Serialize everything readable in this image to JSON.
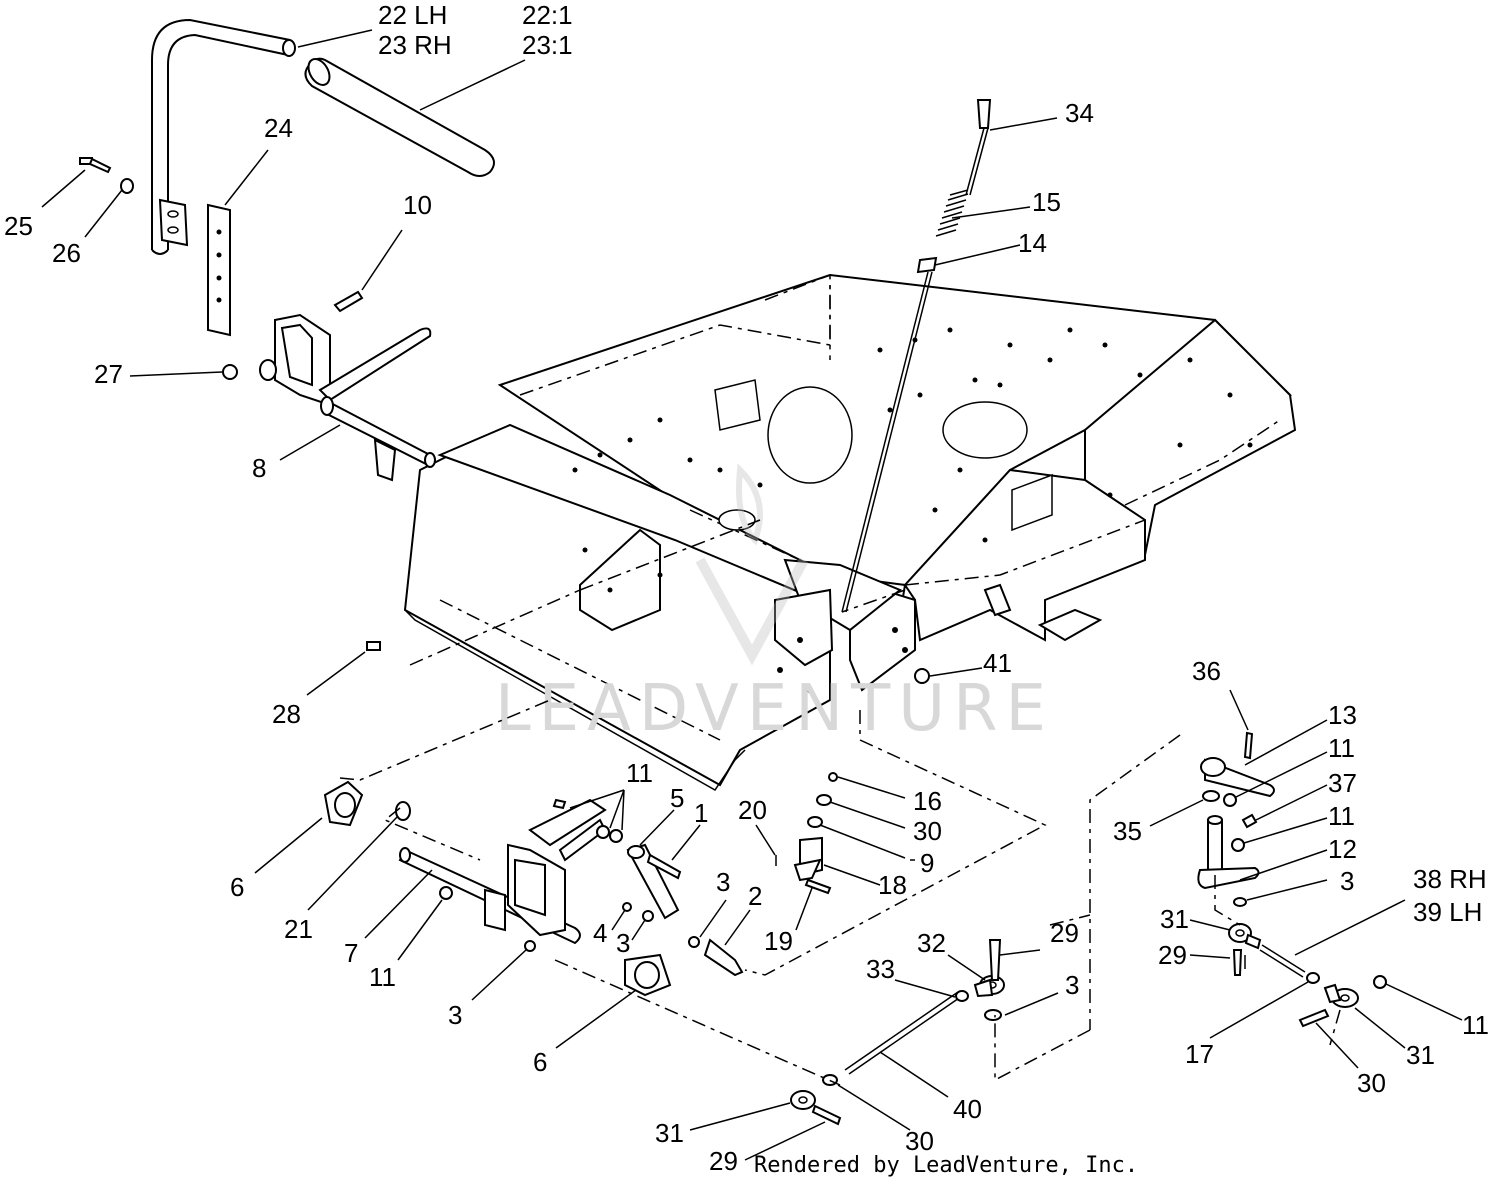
{
  "callouts": [
    {
      "id": "c1",
      "lines": [
        "22 LH",
        "23 RH"
      ]
    },
    {
      "id": "c2",
      "lines": [
        "22:1",
        "23:1"
      ]
    },
    {
      "id": "c3",
      "lines": [
        "34"
      ]
    },
    {
      "id": "c4",
      "lines": [
        "24"
      ]
    },
    {
      "id": "c5",
      "lines": [
        "25"
      ]
    },
    {
      "id": "c6",
      "lines": [
        "26"
      ]
    },
    {
      "id": "c7",
      "lines": [
        "10"
      ]
    },
    {
      "id": "c8",
      "lines": [
        "15"
      ]
    },
    {
      "id": "c9",
      "lines": [
        "14"
      ]
    },
    {
      "id": "c10",
      "lines": [
        "27"
      ]
    },
    {
      "id": "c11",
      "lines": [
        "8"
      ]
    },
    {
      "id": "c12",
      "lines": [
        "41"
      ]
    },
    {
      "id": "c13",
      "lines": [
        "28"
      ]
    },
    {
      "id": "c14",
      "lines": [
        "36"
      ]
    },
    {
      "id": "c15",
      "lines": [
        "13"
      ]
    },
    {
      "id": "c16",
      "lines": [
        "11"
      ]
    },
    {
      "id": "c17",
      "lines": [
        "37"
      ]
    },
    {
      "id": "c18",
      "lines": [
        "35"
      ]
    },
    {
      "id": "c19",
      "lines": [
        "11"
      ]
    },
    {
      "id": "c20",
      "lines": [
        "12"
      ]
    },
    {
      "id": "c21",
      "lines": [
        "3"
      ]
    },
    {
      "id": "c22",
      "lines": [
        "38 RH",
        "39 LH"
      ]
    },
    {
      "id": "c23",
      "lines": [
        "11"
      ]
    },
    {
      "id": "c24",
      "lines": [
        "5"
      ]
    },
    {
      "id": "c25",
      "lines": [
        "1"
      ]
    },
    {
      "id": "c26",
      "lines": [
        "20"
      ]
    },
    {
      "id": "c27",
      "lines": [
        "16"
      ]
    },
    {
      "id": "c28",
      "lines": [
        "30"
      ]
    },
    {
      "id": "c29",
      "lines": [
        "9"
      ]
    },
    {
      "id": "c30",
      "lines": [
        "18"
      ]
    },
    {
      "id": "c31",
      "lines": [
        "6"
      ]
    },
    {
      "id": "c32",
      "lines": [
        "21"
      ]
    },
    {
      "id": "c33",
      "lines": [
        "7"
      ]
    },
    {
      "id": "c34",
      "lines": [
        "11"
      ]
    },
    {
      "id": "c35",
      "lines": [
        "3"
      ]
    },
    {
      "id": "c36",
      "lines": [
        "4"
      ]
    },
    {
      "id": "c37",
      "lines": [
        "3"
      ]
    },
    {
      "id": "c38",
      "lines": [
        "3"
      ]
    },
    {
      "id": "c39",
      "lines": [
        "2"
      ]
    },
    {
      "id": "c40",
      "lines": [
        "19"
      ]
    },
    {
      "id": "c41",
      "lines": [
        "6"
      ]
    },
    {
      "id": "c42",
      "lines": [
        "32"
      ]
    },
    {
      "id": "c43",
      "lines": [
        "29"
      ]
    },
    {
      "id": "c44",
      "lines": [
        "33"
      ]
    },
    {
      "id": "c45",
      "lines": [
        "3"
      ]
    },
    {
      "id": "c46",
      "lines": [
        "31"
      ]
    },
    {
      "id": "c47",
      "lines": [
        "29"
      ]
    },
    {
      "id": "c48",
      "lines": [
        "17"
      ]
    },
    {
      "id": "c49",
      "lines": [
        "11"
      ]
    },
    {
      "id": "c50",
      "lines": [
        "31"
      ]
    },
    {
      "id": "c51",
      "lines": [
        "30"
      ]
    },
    {
      "id": "c52",
      "lines": [
        "40"
      ]
    },
    {
      "id": "c53",
      "lines": [
        "31"
      ]
    },
    {
      "id": "c54",
      "lines": [
        "30"
      ]
    },
    {
      "id": "c55",
      "lines": [
        "29"
      ]
    }
  ],
  "watermark": "LEADVENTURE",
  "footer": "Rendered by LeadVenture, Inc."
}
